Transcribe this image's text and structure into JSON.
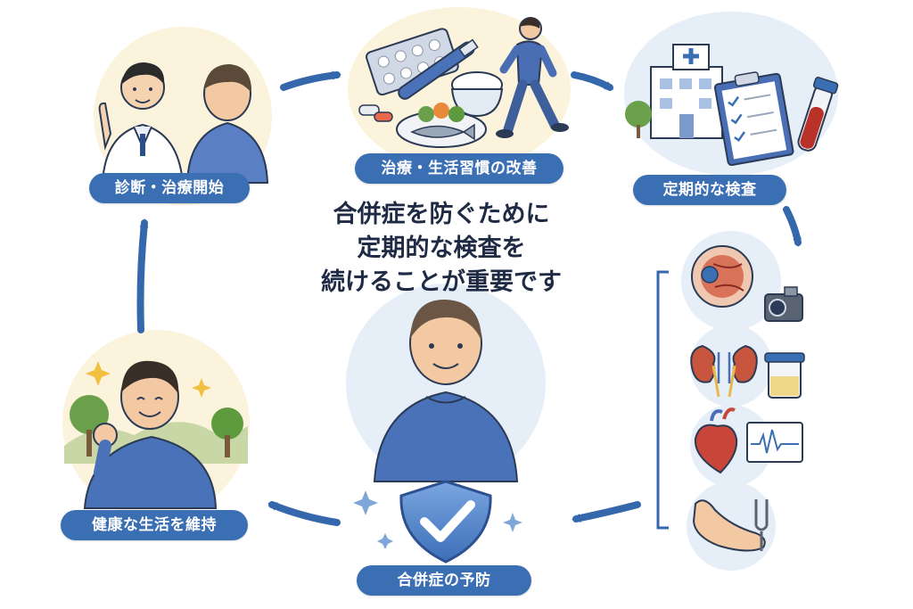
{
  "steps": {
    "diagnosis": "診断・治療開始",
    "lifestyle": "治療・生活習慣の改善",
    "checkup": "定期的な検査",
    "prevention": "合併症の予防",
    "maintain": "健康な生活を維持"
  },
  "message": {
    "line1": "合併症を防ぐために",
    "line2": "定期的な検査を",
    "line3": "続けることが重要です"
  },
  "colors": {
    "accent_blue": "#3b6fb4",
    "arrow_blue": "#3567ad",
    "bubble_cream": "#fbf3dc",
    "bubble_blue": "#e6eef8",
    "text_dark": "#1f2a44"
  },
  "icons": [
    "doctor-icon",
    "patient-icon",
    "pill-pack-icon",
    "insulin-pen-icon",
    "rice-bowl-icon",
    "fish-meal-icon",
    "walking-man-icon",
    "hospital-icon",
    "clipboard-icon",
    "blood-tube-icon",
    "eye-icon",
    "fundus-camera-icon",
    "kidney-icon",
    "urine-cup-icon",
    "heart-icon",
    "ecg-monitor-icon",
    "foot-icon",
    "tuning-fork-icon",
    "happy-man-icon",
    "sparkle-icon",
    "shield-check-icon"
  ]
}
